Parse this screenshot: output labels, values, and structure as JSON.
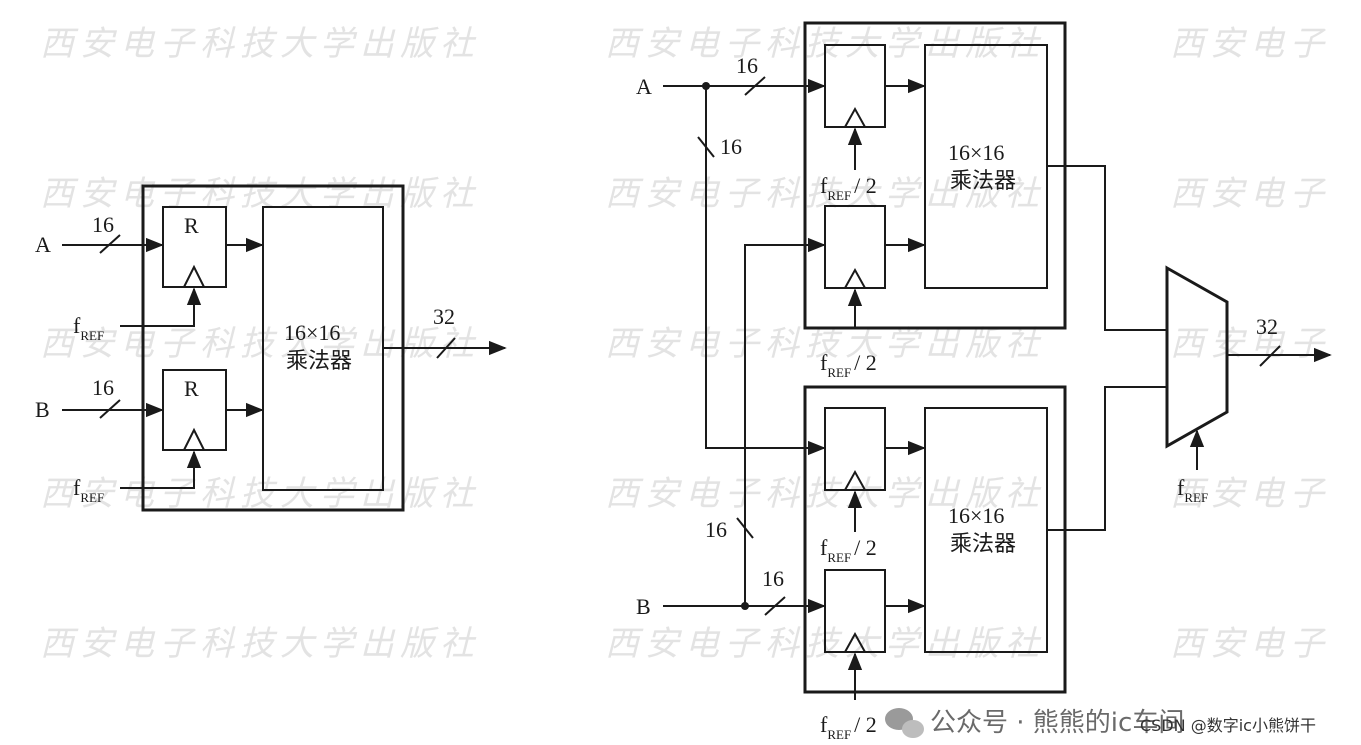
{
  "watermark": "西安电子科技大学出版社",
  "watermark_short": "西安电子",
  "left": {
    "inputA": "A",
    "inputB": "B",
    "widthA": "16",
    "widthB": "16",
    "regA": "R",
    "regB": "R",
    "clock": "f",
    "clock_sub": "REF",
    "mult_line1": "16×16",
    "mult_line2": "乘法器",
    "out_width": "32"
  },
  "right": {
    "inputA": "A",
    "inputB": "B",
    "widthA": "16",
    "widthB": "16",
    "cross_width_a": "16",
    "cross_width_b": "16",
    "clock": "f",
    "clock_sub": "REF",
    "half": "/ 2",
    "mult_line1": "16×16",
    "mult_line2": "乘法器",
    "out_width": "32"
  },
  "footer": {
    "wechat": "公众号 · 熊熊的ic车间",
    "csdn": "CSDN @数字ic小熊饼干"
  }
}
